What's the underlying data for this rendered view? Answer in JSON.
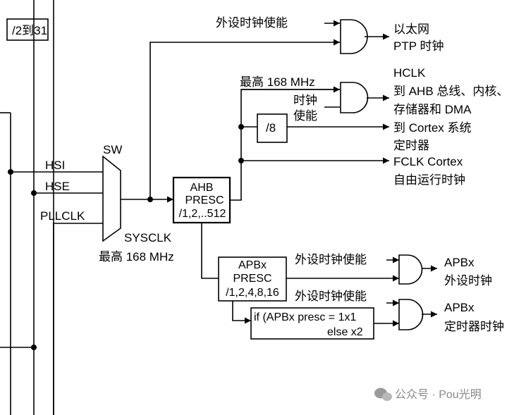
{
  "labels": {
    "div_2_31": "/2到31",
    "periph_clk_en": "外设时钟使能",
    "ethernet": "以太网",
    "ptp_clock": "PTP 时钟",
    "max_168_top": "最高 168 MHz",
    "hclk": "HCLK",
    "hclk_desc_1": "到 AHB 总线、内核、",
    "hclk_desc_2": "存储器和 DMA",
    "clk_en_1": "时钟",
    "clk_en_2": "使能",
    "div8": "/8",
    "cortex_timer_1": "到 Cortex 系统",
    "cortex_timer_2": "定时器",
    "fclk": "FCLK Cortex",
    "fclk_desc": "自由运行时钟",
    "sw": "SW",
    "hsi": "HSI",
    "hse": "HSE",
    "pllclk": "PLLCLK",
    "sysclk": "SYSCLK",
    "max_168_bottom": "最高 168 MHz",
    "ahb_1": "AHB",
    "ahb_2": "PRESC",
    "ahb_3": "/1,2,..512",
    "apb_1": "APBx",
    "apb_2": "PRESC",
    "apb_3": "/1,2,4,8,16",
    "apb_en_1": "外设时钟使能",
    "apb_en_2": "外设时钟使能",
    "apbx_1": "APBx",
    "apbx_periph": "外设时钟",
    "apbx_2": "APBx",
    "apbx_timer": "定时器时钟",
    "if_line_1": "if (APBx presc = 1x1",
    "if_line_2": "else x2",
    "watermark": "公众号 · Pou光明"
  },
  "icons": {
    "watermark_icon": "wechat-icon"
  }
}
